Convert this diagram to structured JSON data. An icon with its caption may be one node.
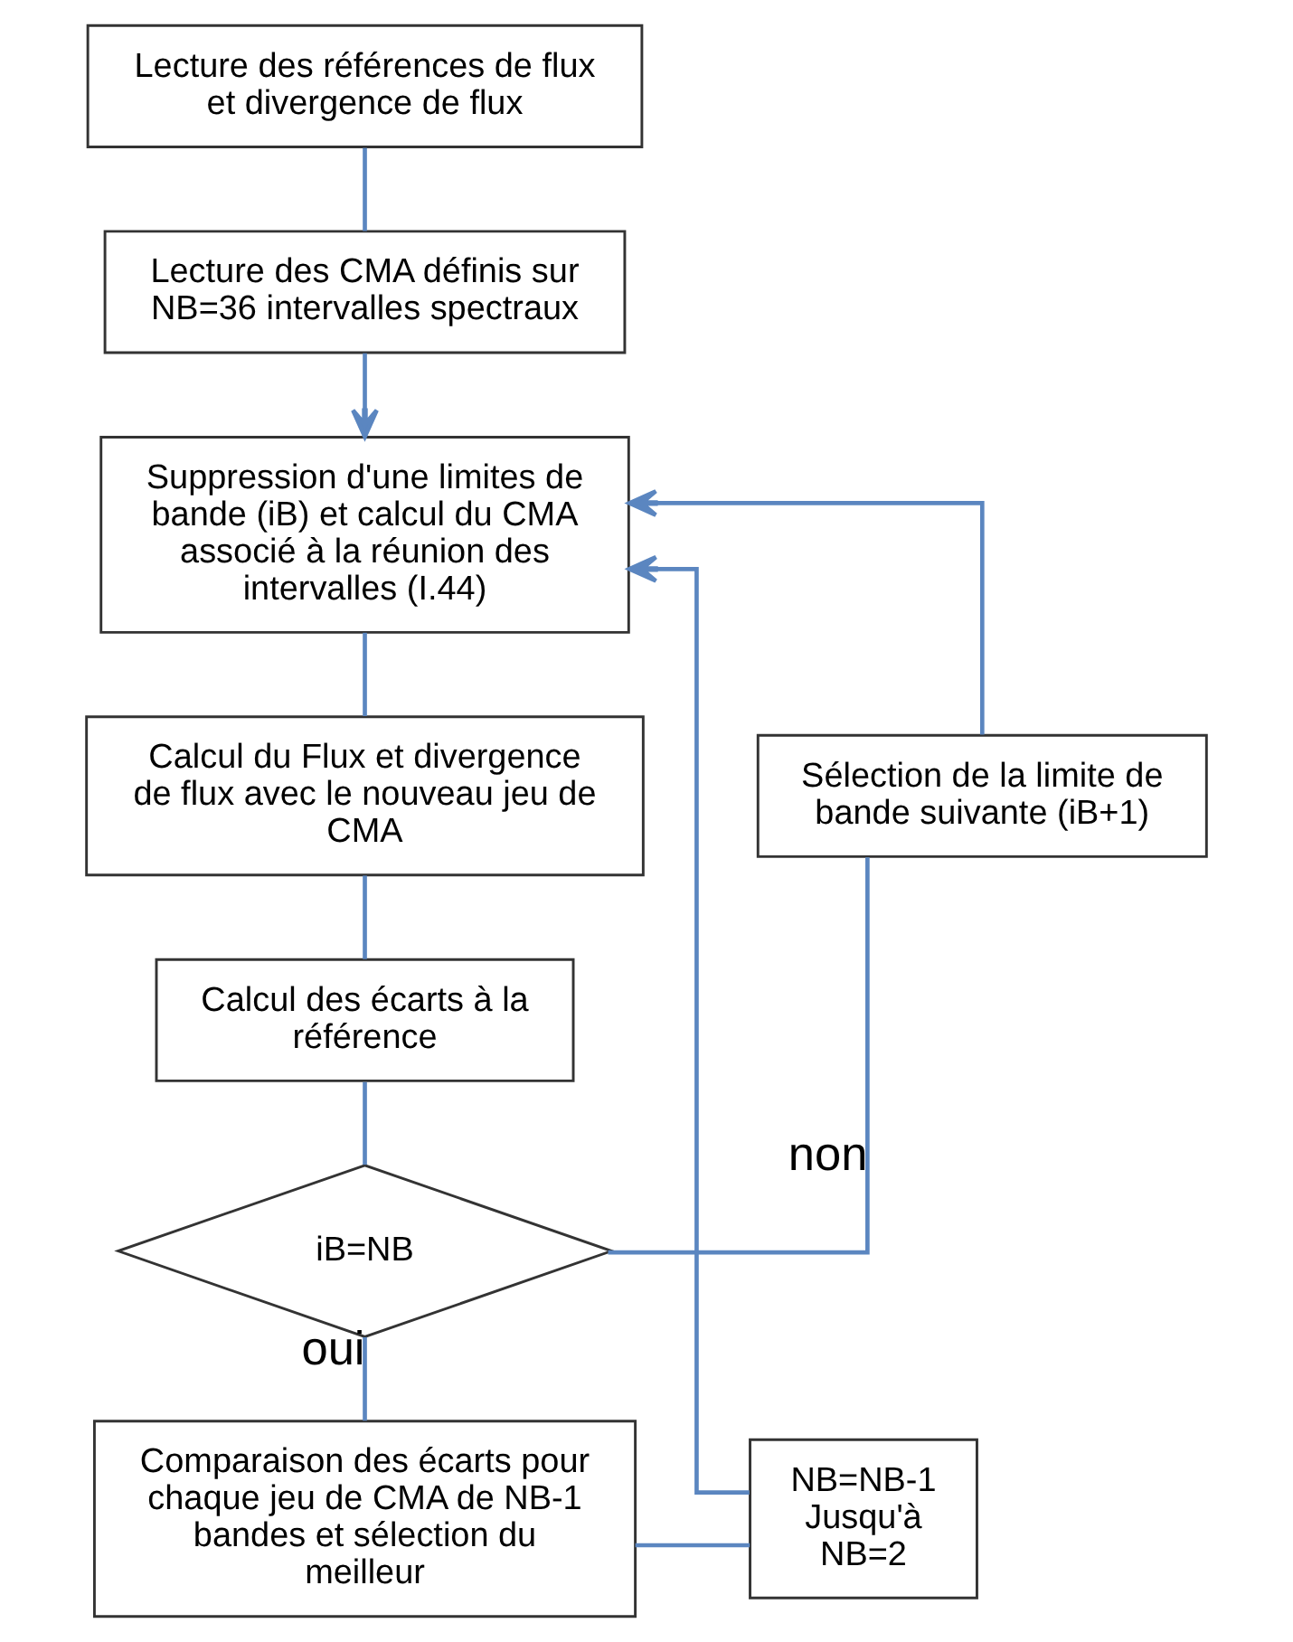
{
  "diagram": {
    "nodes": [
      {
        "text": [
          "Lecture des références de flux et divergence de flux"
        ]
      },
      {
        "text": [
          "Lecture des CMA définis sur NB=36 intervalles spectraux"
        ]
      },
      {
        "text": [
          "Suppression d'une limites de bande (iB) et calcul du CMA associé à la réunion des intervalles (I.44)"
        ]
      },
      {
        "text": [
          "Sélection de la limite de bande suivante (iB+1)"
        ]
      },
      {
        "text": [
          "Calcul du Flux et divergence de flux avec le nouveau jeu de CMA"
        ]
      },
      {
        "text": [
          "Calcul des écarts à la référence"
        ]
      },
      {
        "text": [
          "iB=NB"
        ]
      },
      {
        "text": [
          "NB=NB-1 Jusqu'à NB=2"
        ]
      },
      {
        "text": [
          "Comparaison des écarts pour chaque jeu de CMA de NB-1 bandes et sélection du meilleur"
        ]
      }
    ],
    "edges": [
      {
        "from": 0,
        "to": 1,
        "arrow": "none"
      },
      {
        "from": 1,
        "to": 2,
        "arrow": "to"
      },
      {
        "from": 2,
        "to": 4,
        "arrow": "none"
      },
      {
        "from": 4,
        "to": 5,
        "arrow": "none"
      },
      {
        "from": 5,
        "to": 6,
        "arrow": "none"
      },
      {
        "from": 6,
        "to": 3,
        "arrow": "none",
        "label": "non"
      },
      {
        "from": 3,
        "to": 2,
        "arrow": "to"
      },
      {
        "from": 6,
        "to": 8,
        "arrow": "none",
        "label": "oui"
      },
      {
        "from": 8,
        "to": 7,
        "arrow": "none"
      },
      {
        "from": 7,
        "to": 2,
        "arrow": "to"
      }
    ]
  }
}
